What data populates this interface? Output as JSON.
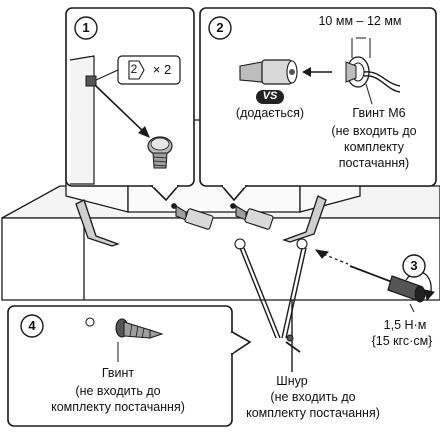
{
  "steps": {
    "one": "1",
    "two": "2",
    "three": "3",
    "four": "4"
  },
  "callout_1": {
    "badge_number": "2",
    "multiplier": "× 2"
  },
  "callout_2": {
    "measure_label": "10 мм – 12 мм",
    "vs_badge": "VS",
    "included_label": "(додається)",
    "bolt_name": "Гвинт M6",
    "bolt_note_1": "(не входить до",
    "bolt_note_2": "комплекту",
    "bolt_note_3": "постачання)"
  },
  "torque": {
    "line_1": "1,5 Н·м",
    "line_2": "{15 кгс·см}"
  },
  "callout_4": {
    "screw_name": "Гвинт",
    "screw_note_1": "(не входить до",
    "screw_note_2": "комплекту постачання)"
  },
  "cord": {
    "name": "Шнур",
    "note_1": "(не входить до",
    "note_2": "комплекту постачання)"
  },
  "colors": {
    "line": "#1a1a1a",
    "fill_light": "#ffffff",
    "fill_grey": "#d9d9d9",
    "fill_dark": "#555555",
    "vs_badge_bg": "#222222",
    "vs_badge_text": "#ffffff"
  }
}
